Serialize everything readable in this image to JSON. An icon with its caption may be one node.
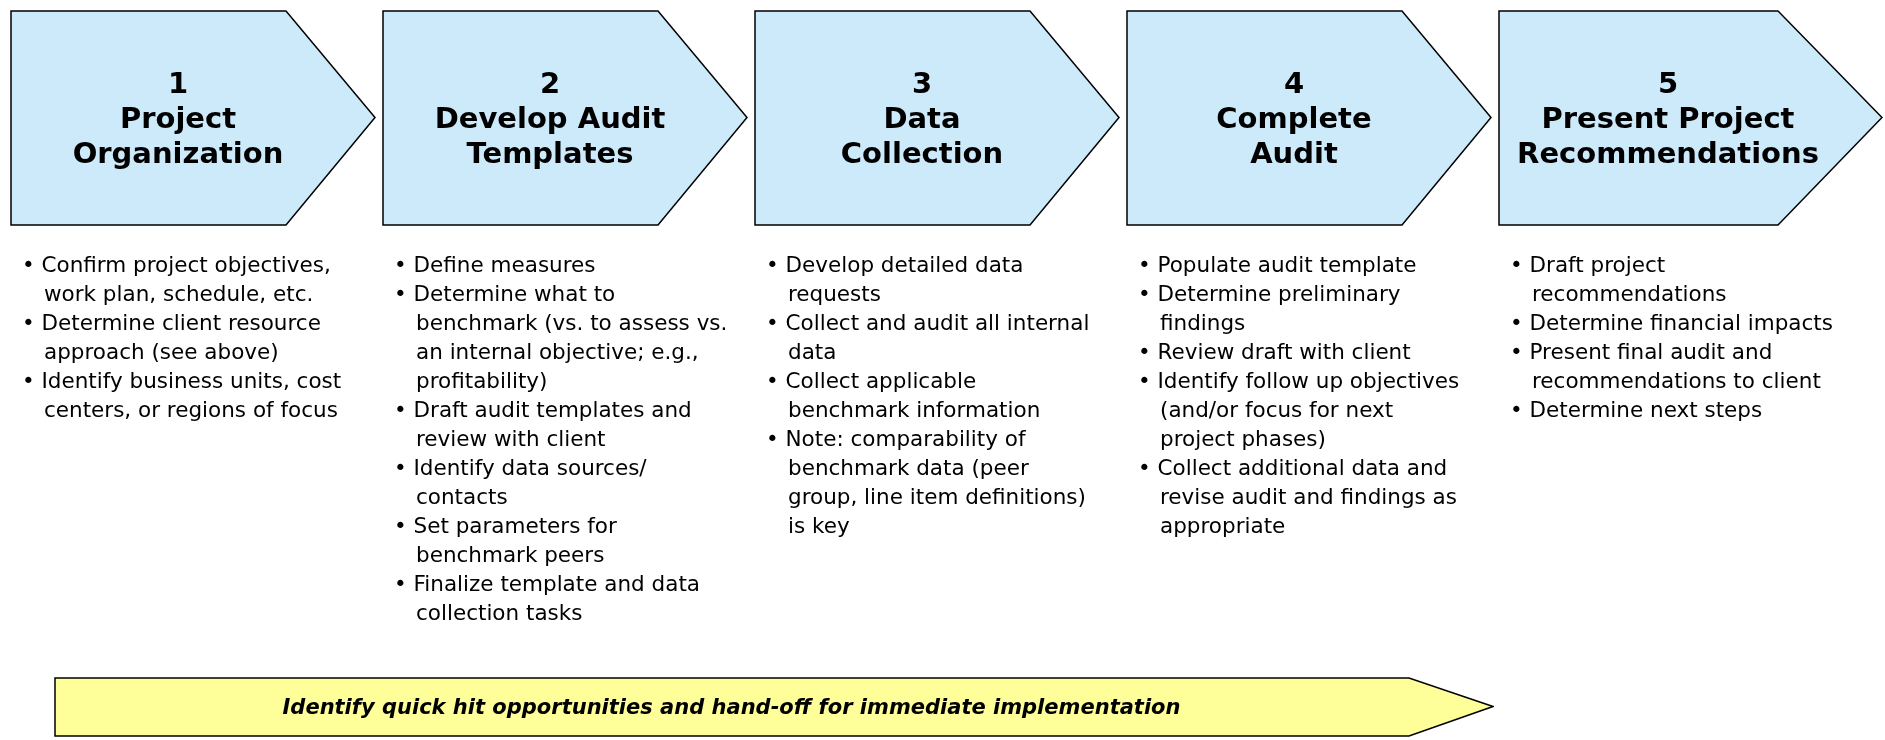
{
  "diagram": {
    "nodes": [
      {
        "text": [
          "1",
          "Project Organization"
        ],
        "beside": [
          "• Confirm project objectives, work plan, schedule, etc.",
          "• Determine client resource approach (see above)",
          "• Identify business units, cost centers, or regions of focus"
        ]
      },
      {
        "text": [
          "2",
          "Develop Audit Templates"
        ],
        "beside": [
          "• Define measures",
          "• Determine what to benchmark (vs. to assess vs. an internal objective; e.g., profitability)",
          "• Draft audit templates and review with client",
          "• Identify data sources/ contacts",
          "• Set parameters for benchmark peers",
          "• Finalize template and data collection tasks"
        ]
      },
      {
        "text": [
          "3",
          "Data Collection"
        ],
        "beside": [
          "• Develop detailed data requests",
          "• Collect and audit all internal data",
          "• Collect applicable benchmark information",
          "• Note:  comparability of benchmark data (peer group, line item definitions) is key"
        ]
      },
      {
        "text": [
          "4",
          "Complete Audit"
        ],
        "beside": [
          "• Populate audit template",
          "• Determine preliminary findings",
          "• Review draft with client",
          "• Identify follow up objectives (and/or focus for next project phases)",
          "• Collect additional data and revise audit and findings as appropriate"
        ]
      },
      {
        "text": [
          "5",
          "Present Project Recommendations"
        ],
        "beside": [
          "• Draft project recommendations",
          "• Determine financial impacts",
          "• Present final audit and recommendations to client",
          "• Determine next steps"
        ]
      },
      {
        "text": [
          "Identify quick hit opportunities and hand-off for immediate implementation"
        ]
      }
    ]
  }
}
